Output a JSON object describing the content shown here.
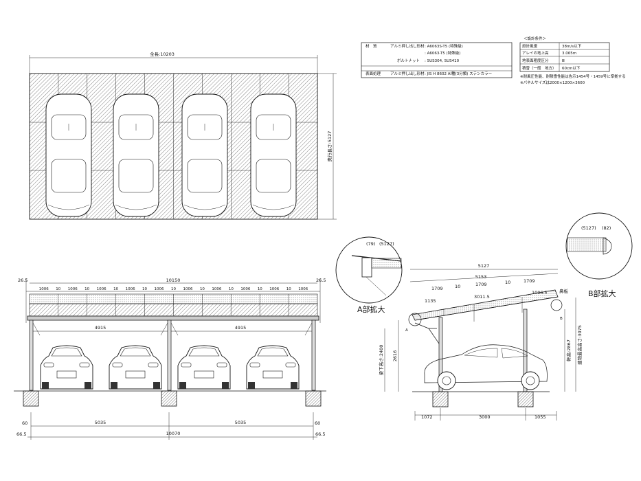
{
  "plan": {
    "overall_length_label": "全長:10203",
    "depth_label": "奥行長さ:5127"
  },
  "spec_table": {
    "rows": [
      {
        "key": "材　質",
        "label": "アルミ押し出し形材",
        "value": ": A6063S-T5 (特殊級)"
      },
      {
        "key": "",
        "label": "",
        "value": ": A6063-T5 (特殊級)"
      },
      {
        "key": "",
        "label": "ボルトナット",
        "value": ": SUS304, SUS410"
      },
      {
        "key": "表面処理",
        "label": "アルミ押し出し形材",
        "value": ": JIS H 8602 AI種(3分類) ステンカラー"
      }
    ]
  },
  "design_conditions": {
    "title": "＜設計条件＞",
    "rows": [
      {
        "label": "設計風速",
        "value": "38m/s以下"
      },
      {
        "label": "アレイの地上高",
        "value": "3.065m"
      },
      {
        "label": "地表面粗度区分",
        "value": "Ⅲ"
      },
      {
        "label": "積雪（一般　地方）",
        "value": "60cm以下"
      }
    ],
    "notes": [
      "※耐風圧性能、耐積雪性能は告示1454号・1459号に準拠する",
      "※パネルサイズは2000×1200×3600"
    ]
  },
  "front": {
    "total_label": "10150",
    "edge_left": "26.5",
    "edge_right": "26.5",
    "panels": [
      "1006",
      "10",
      "1006",
      "10",
      "1006",
      "10",
      "1006",
      "10",
      "1006",
      "10",
      "1006",
      "10",
      "1006",
      "10",
      "1006",
      "10",
      "1006",
      "10",
      "1006"
    ],
    "span_left": "4915",
    "span_right": "4915",
    "base_left": "60",
    "base_right": "60",
    "pitch_left": "5035",
    "pitch_right": "5035",
    "edge_bottom_left": "66.5",
    "edge_bottom_right": "66.5",
    "total_bottom": "10070"
  },
  "side": {
    "detail_a_dims": [
      "(79)",
      "(5127)"
    ],
    "detail_b_dims": [
      "(5127)",
      "(82)"
    ],
    "detail_a_label": "A部拡大",
    "detail_b_label": "B部拡大",
    "mark_a": "A",
    "mark_b": "B",
    "roof_depth": "5127",
    "roof_slope": "5153",
    "segments": [
      "1709",
      "10",
      "1709",
      "10",
      "1709"
    ],
    "dim_1135": "1135",
    "dim_3011": "3011.5",
    "dim_1006": "1006.5",
    "eave_label": "鼻板",
    "height_2400": "梁下高さ:2400",
    "height_2616": "2616",
    "height_2867": "軒高:2867",
    "height_3075": "建物最高高さ:3075",
    "bottom_1072": "1072",
    "bottom_3000": "3000",
    "bottom_1055": "1055"
  }
}
